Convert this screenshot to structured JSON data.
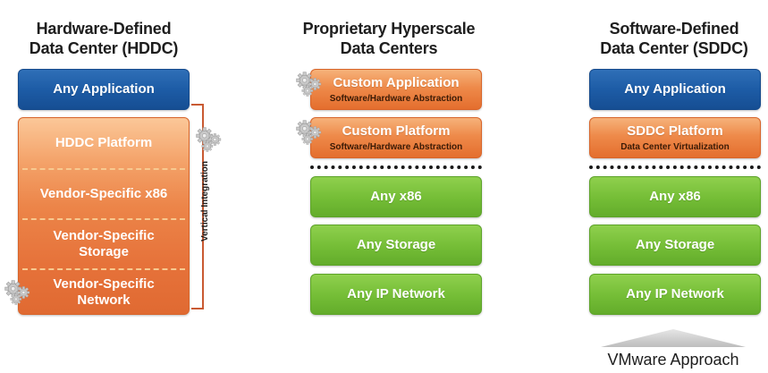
{
  "columns": {
    "hddc": {
      "title_line1": "Hardware-Defined",
      "title_line2": "Data Center (HDDC)",
      "app": "Any Application",
      "platform": "HDDC Platform",
      "x86": "Vendor-Specific x86",
      "storage_line1": "Vendor-Specific",
      "storage_line2": "Storage",
      "network_line1": "Vendor-Specific",
      "network_line2": "Network",
      "vertical_label": "Vertical Integration"
    },
    "hyperscale": {
      "title_line1": "Proprietary Hyperscale",
      "title_line2": "Data Centers",
      "app": "Custom Application",
      "app_sub": "Software/Hardware Abstraction",
      "platform": "Custom Platform",
      "platform_sub": "Software/Hardware Abstraction",
      "x86": "Any x86",
      "storage": "Any Storage",
      "network": "Any IP Network"
    },
    "sddc": {
      "title_line1": "Software-Defined",
      "title_line2": "Data Center (SDDC)",
      "app": "Any Application",
      "platform": "SDDC Platform",
      "platform_sub": "Data Center Virtualization",
      "x86": "Any x86",
      "storage": "Any Storage",
      "network": "Any IP Network"
    }
  },
  "footer": {
    "approach": "VMware Approach"
  },
  "colors": {
    "blue": "#1d5ca6",
    "orange": "#ec8549",
    "green": "#74bd36",
    "bracket": "#c95a32"
  },
  "icons": [
    "gears-icon"
  ]
}
